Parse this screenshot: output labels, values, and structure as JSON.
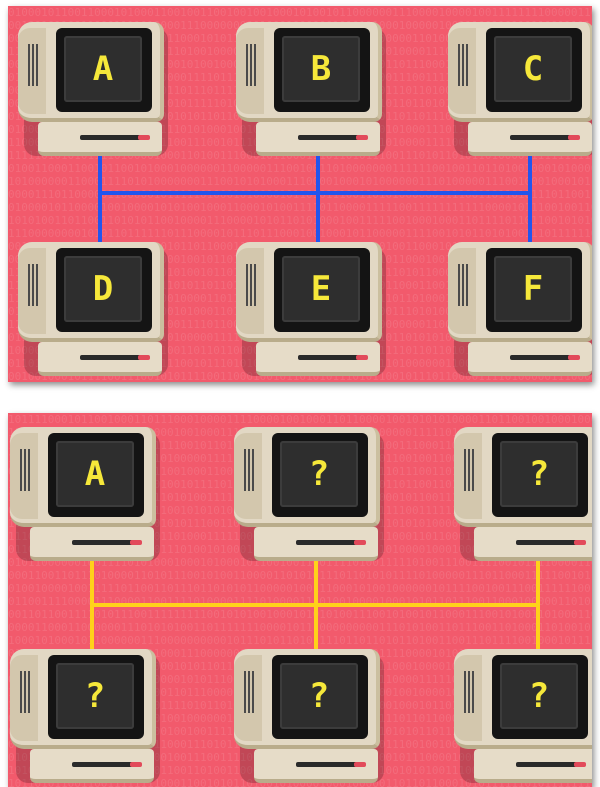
{
  "colors": {
    "panel_bg": "#f25a6c",
    "top_wire": "#2255ee",
    "bottom_wire": "#ffd21a",
    "screen_text": "#f6e83a"
  },
  "top_network": {
    "computers": [
      {
        "id": "a",
        "label": "A"
      },
      {
        "id": "b",
        "label": "B"
      },
      {
        "id": "c",
        "label": "C"
      },
      {
        "id": "d",
        "label": "D"
      },
      {
        "id": "e",
        "label": "E"
      },
      {
        "id": "f",
        "label": "F"
      }
    ]
  },
  "bottom_network": {
    "computers": [
      {
        "id": "a",
        "label": "A"
      },
      {
        "id": "2",
        "label": "?"
      },
      {
        "id": "3",
        "label": "?"
      },
      {
        "id": "4",
        "label": "?"
      },
      {
        "id": "5",
        "label": "?"
      },
      {
        "id": "6",
        "label": "?"
      }
    ]
  }
}
